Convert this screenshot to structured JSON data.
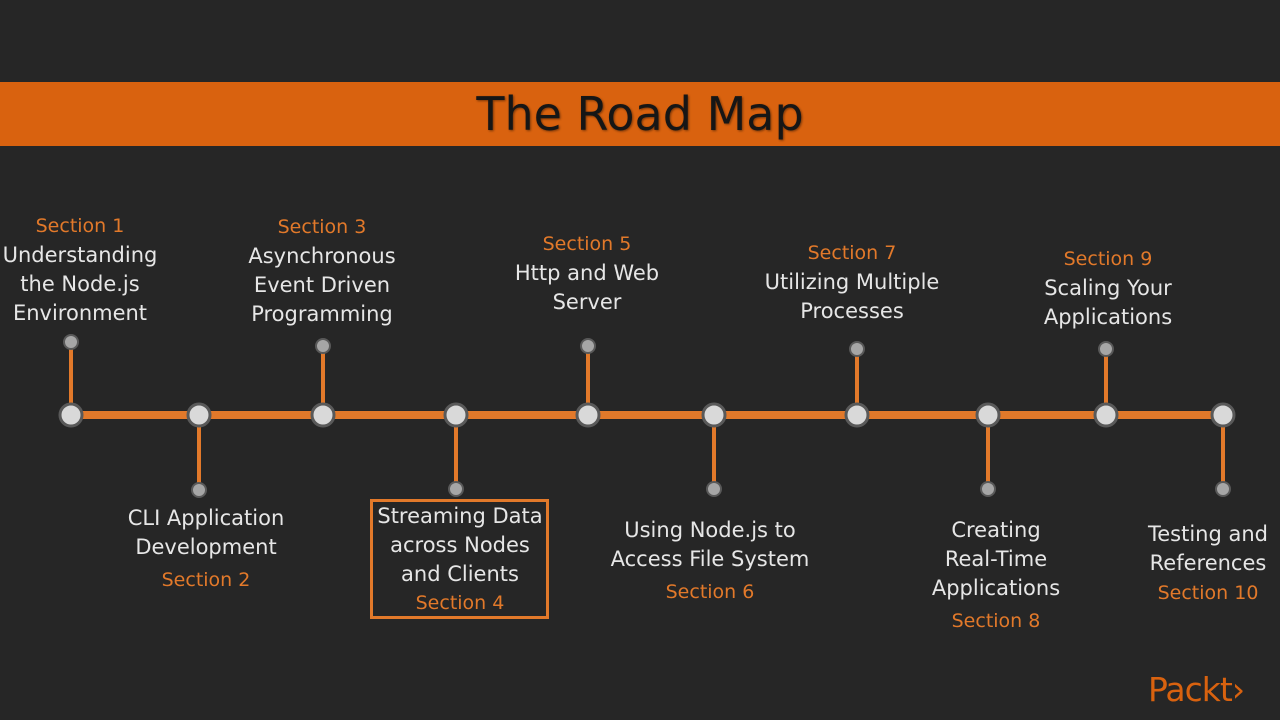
{
  "title": "The Road Map",
  "colors": {
    "accent": "#d9620f",
    "background": "#262626",
    "text": "#e6e6e6",
    "node": "#d9d9d9"
  },
  "sections": [
    {
      "label": "Section 1",
      "title_lines": [
        "Understanding",
        "the Node.js",
        "Environment"
      ],
      "position": "above"
    },
    {
      "label": "Section 2",
      "title_lines": [
        "CLI Application",
        "Development"
      ],
      "position": "below"
    },
    {
      "label": "Section 3",
      "title_lines": [
        "Asynchronous",
        "Event Driven",
        "Programming"
      ],
      "position": "above"
    },
    {
      "label": "Section 4",
      "title_lines": [
        "Streaming Data",
        "across Nodes",
        "and Clients"
      ],
      "position": "below",
      "highlighted": true
    },
    {
      "label": "Section 5",
      "title_lines": [
        "Http and Web",
        "Server"
      ],
      "position": "above"
    },
    {
      "label": "Section 6",
      "title_lines": [
        "Using Node.js to",
        "Access File System"
      ],
      "position": "below"
    },
    {
      "label": "Section 7",
      "title_lines": [
        "Utilizing Multiple",
        "Processes"
      ],
      "position": "above"
    },
    {
      "label": "Section 8",
      "title_lines": [
        "Creating",
        "Real-Time",
        "Applications"
      ],
      "position": "below"
    },
    {
      "label": "Section 9",
      "title_lines": [
        "Scaling Your",
        "Applications"
      ],
      "position": "above"
    },
    {
      "label": "Section 10",
      "title_lines": [
        "Testing and",
        "References"
      ],
      "position": "below"
    }
  ],
  "logo": {
    "text": "Packt›"
  }
}
